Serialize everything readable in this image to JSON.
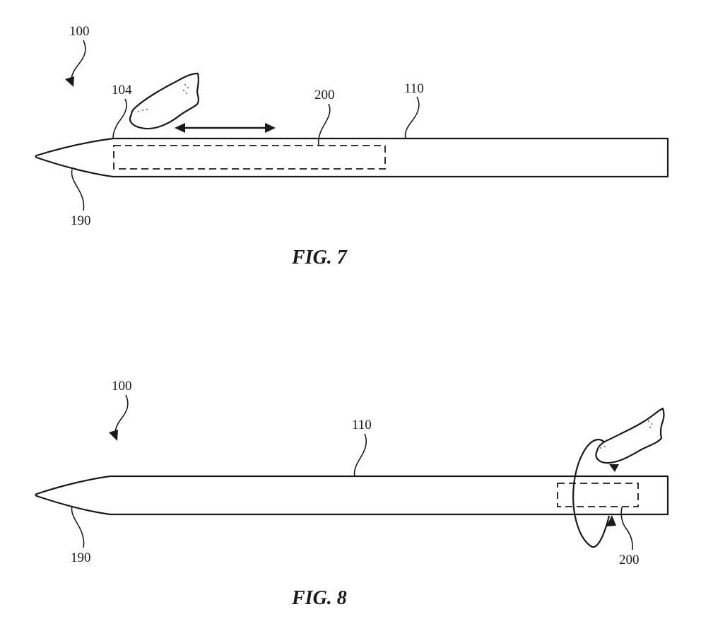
{
  "figures": [
    {
      "caption": "FIG. 7",
      "gesture": "slide",
      "labels": {
        "device": "100",
        "tip_edge": "104",
        "body": "110",
        "tip": "190",
        "sensor": "200"
      }
    },
    {
      "caption": "FIG. 8",
      "gesture": "rotate",
      "labels": {
        "device": "100",
        "body": "110",
        "tip": "190",
        "sensor": "200"
      }
    }
  ],
  "colors": {
    "ink": "#1a1a1a",
    "background": "#ffffff"
  }
}
